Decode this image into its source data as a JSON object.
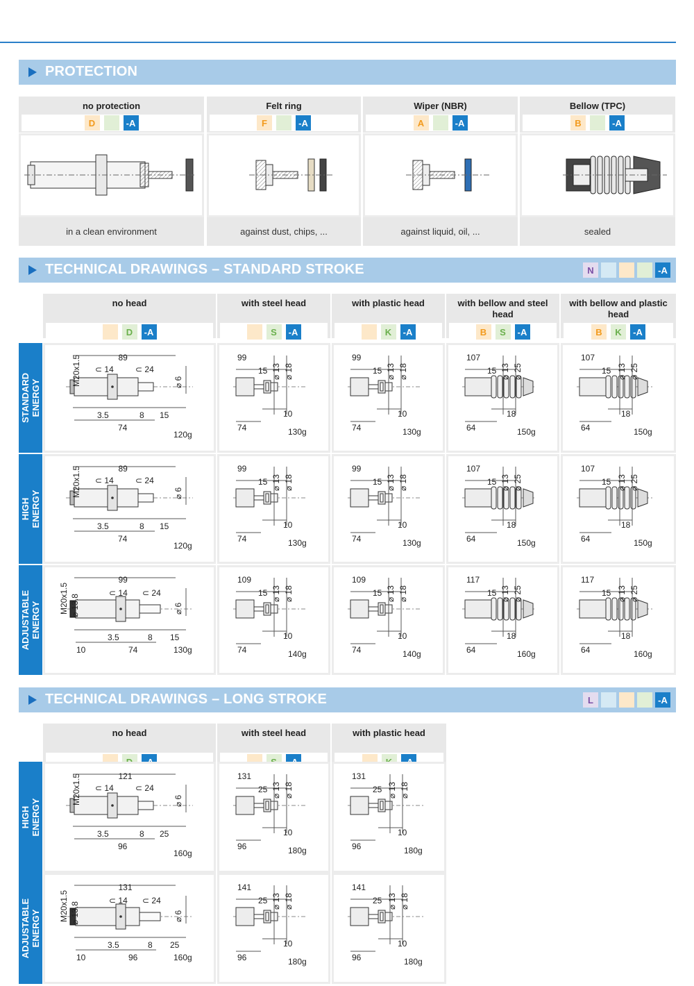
{
  "protection": {
    "title": "PROTECTION",
    "columns": [
      {
        "label": "no protection",
        "codes": [
          "D",
          "",
          "-A"
        ],
        "desc": "in a clean environment"
      },
      {
        "label": "Felt ring",
        "codes": [
          "F",
          "",
          "-A"
        ],
        "desc": "against dust, chips, ..."
      },
      {
        "label": "Wiper (NBR)",
        "codes": [
          "A",
          "",
          "-A"
        ],
        "desc": "against liquid, oil, ..."
      },
      {
        "label": "Bellow (TPC)",
        "codes": [
          "B",
          "",
          "-A"
        ],
        "desc": "sealed"
      }
    ]
  },
  "standard": {
    "title": "TECHNICAL DRAWINGS – STANDARD STROKE",
    "codes": [
      "N",
      "",
      "",
      "",
      "-A"
    ],
    "columns": [
      {
        "label": "no head",
        "codes": [
          "",
          "D",
          "-A"
        ]
      },
      {
        "label": "with steel head",
        "codes": [
          "",
          "S",
          "-A"
        ]
      },
      {
        "label": "with plastic head",
        "codes": [
          "",
          "K",
          "-A"
        ]
      },
      {
        "label": "with bellow and steel head",
        "codes": [
          "B",
          "S",
          "-A"
        ]
      },
      {
        "label": "with bellow and plastic head",
        "codes": [
          "B",
          "K",
          "-A"
        ]
      }
    ],
    "rows": [
      {
        "label": "STANDARD\nENERGY",
        "cells": [
          {
            "kind": "body",
            "thread": "M20x1.5",
            "len": "89",
            "w1": "14",
            "w2": "24",
            "d": "6",
            "a": "3.5",
            "b": "8",
            "c": "15",
            "body": "74",
            "weight": "120g"
          },
          {
            "kind": "head",
            "len": "99",
            "s": "15",
            "d1": "13",
            "d2": "18",
            "x": "10",
            "body": "74",
            "weight": "130g"
          },
          {
            "kind": "head",
            "len": "99",
            "s": "15",
            "d1": "13",
            "d2": "18",
            "x": "10",
            "body": "74",
            "weight": "130g"
          },
          {
            "kind": "bellow",
            "len": "107",
            "s": "15",
            "d1": "13",
            "d2": "25",
            "x": "18",
            "body": "64",
            "weight": "150g"
          },
          {
            "kind": "bellow",
            "len": "107",
            "s": "15",
            "d1": "13",
            "d2": "25",
            "x": "18",
            "body": "64",
            "weight": "150g"
          }
        ]
      },
      {
        "label": "HIGH\nENERGY",
        "cells": [
          {
            "kind": "body",
            "thread": "M20x1.5",
            "len": "89",
            "w1": "14",
            "w2": "24",
            "d": "6",
            "a": "3.5",
            "b": "8",
            "c": "15",
            "body": "74",
            "weight": "120g"
          },
          {
            "kind": "head",
            "len": "99",
            "s": "15",
            "d1": "13",
            "d2": "18",
            "x": "10",
            "body": "74",
            "weight": "130g"
          },
          {
            "kind": "head",
            "len": "99",
            "s": "15",
            "d1": "13",
            "d2": "18",
            "x": "10",
            "body": "74",
            "weight": "130g"
          },
          {
            "kind": "bellow",
            "len": "107",
            "s": "15",
            "d1": "13",
            "d2": "25",
            "x": "18",
            "body": "64",
            "weight": "150g"
          },
          {
            "kind": "bellow",
            "len": "107",
            "s": "15",
            "d1": "13",
            "d2": "25",
            "x": "18",
            "body": "64",
            "weight": "150g"
          }
        ]
      },
      {
        "label": "ADJUSTABLE\nENERGY",
        "cells": [
          {
            "kind": "adj",
            "thread": "M20x1.5",
            "dia": "13.8",
            "len": "99",
            "w1": "14",
            "w2": "24",
            "d": "6",
            "a": "3.5",
            "b": "8",
            "c": "15",
            "e": "10",
            "body": "74",
            "weight": "130g"
          },
          {
            "kind": "head",
            "len": "109",
            "s": "15",
            "d1": "13",
            "d2": "18",
            "x": "10",
            "body": "74",
            "weight": "140g"
          },
          {
            "kind": "head",
            "len": "109",
            "s": "15",
            "d1": "13",
            "d2": "18",
            "x": "10",
            "body": "74",
            "weight": "140g"
          },
          {
            "kind": "bellow",
            "len": "117",
            "s": "15",
            "d1": "13",
            "d2": "25",
            "x": "18",
            "body": "64",
            "weight": "160g"
          },
          {
            "kind": "bellow",
            "len": "117",
            "s": "15",
            "d1": "13",
            "d2": "25",
            "x": "18",
            "body": "64",
            "weight": "160g"
          }
        ]
      }
    ]
  },
  "long": {
    "title": "TECHNICAL DRAWINGS – LONG STROKE",
    "codes": [
      "L",
      "",
      "",
      "",
      "-A"
    ],
    "columns": [
      {
        "label": "no head",
        "codes": [
          "",
          "D",
          "-A"
        ]
      },
      {
        "label": "with steel head",
        "codes": [
          "",
          "S",
          "-A"
        ]
      },
      {
        "label": "with plastic head",
        "codes": [
          "",
          "K",
          "-A"
        ]
      }
    ],
    "rows": [
      {
        "label": "HIGH\nENERGY",
        "cells": [
          {
            "kind": "body",
            "thread": "M20x1.5",
            "len": "121",
            "w1": "14",
            "w2": "24",
            "d": "6",
            "a": "3.5",
            "b": "8",
            "c": "25",
            "body": "96",
            "weight": "160g"
          },
          {
            "kind": "head",
            "len": "131",
            "s": "25",
            "d1": "13",
            "d2": "18",
            "x": "10",
            "body": "96",
            "weight": "180g"
          },
          {
            "kind": "head",
            "len": "131",
            "s": "25",
            "d1": "13",
            "d2": "18",
            "x": "10",
            "body": "96",
            "weight": "180g"
          }
        ]
      },
      {
        "label": "ADJUSTABLE\nENERGY",
        "cells": [
          {
            "kind": "adj",
            "thread": "M20x1.5",
            "dia": "13.8",
            "len": "131",
            "w1": "14",
            "w2": "24",
            "d": "6",
            "a": "3.5",
            "b": "8",
            "c": "25",
            "e": "10",
            "body": "96",
            "weight": "160g"
          },
          {
            "kind": "head",
            "len": "141",
            "s": "25",
            "d1": "13",
            "d2": "18",
            "x": "10",
            "body": "96",
            "weight": "180g"
          },
          {
            "kind": "head",
            "len": "141",
            "s": "25",
            "d1": "13",
            "d2": "18",
            "x": "10",
            "body": "96",
            "weight": "180g"
          }
        ]
      }
    ]
  },
  "colors": {
    "accent": "#1a7fc9",
    "bar": "#a8cbe8",
    "orange": "#f29a1d",
    "green": "#6ab04c",
    "purple": "#7a4fa5"
  }
}
